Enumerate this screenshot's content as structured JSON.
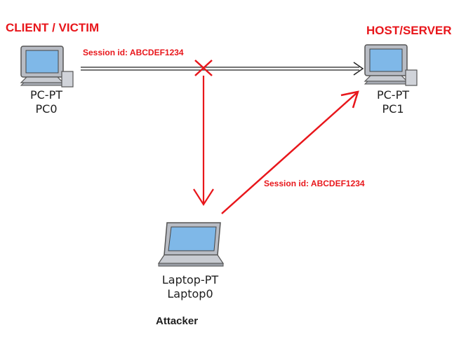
{
  "colors": {
    "accent": "#e8161b",
    "link_line": "#222222",
    "text": "#1e1e1e",
    "screen": "#7fb8e8",
    "device_body": "#c9ccd2"
  },
  "nodes": {
    "client": {
      "role_label": "CLIENT / VICTIM",
      "type": "PC-PT",
      "name": "PC0",
      "icon": "desktop-pc-icon"
    },
    "server": {
      "role_label": "HOST/SERVER",
      "type": "PC-PT",
      "name": "PC1",
      "icon": "desktop-pc-icon"
    },
    "attacker": {
      "type": "Laptop-PT",
      "name": "Laptop0",
      "role_label": "Attacker",
      "icon": "laptop-icon"
    }
  },
  "flows": {
    "client_to_server_session": "Session id: ABCDEF1234",
    "attacker_to_server_session": "Session id: ABCDEF1234"
  },
  "intercept_mark": "x-mark-icon"
}
